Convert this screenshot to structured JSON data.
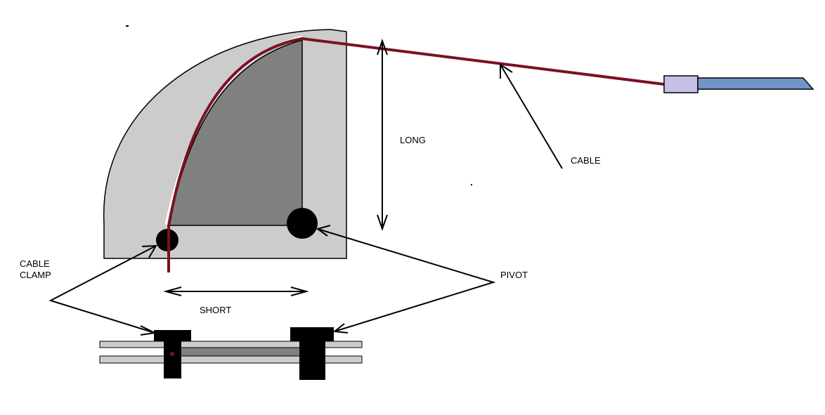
{
  "labels": {
    "long": "LONG",
    "cable": "CABLE",
    "cable_clamp_line1": "CABLE",
    "cable_clamp_line2": "CLAMP",
    "pivot": "PIVOT",
    "short": "SHORT"
  },
  "colors": {
    "background": "#ffffff",
    "quadrant_fill": "#cccccc",
    "inner_fill": "#808080",
    "cable": "#7a1125",
    "housing_sleeve": "#c8bfe7",
    "housing": "#7094c8",
    "pivot_dot": "#000000",
    "rail": "#cccccc",
    "rail_inner": "#808080",
    "arrow": "#000000"
  }
}
